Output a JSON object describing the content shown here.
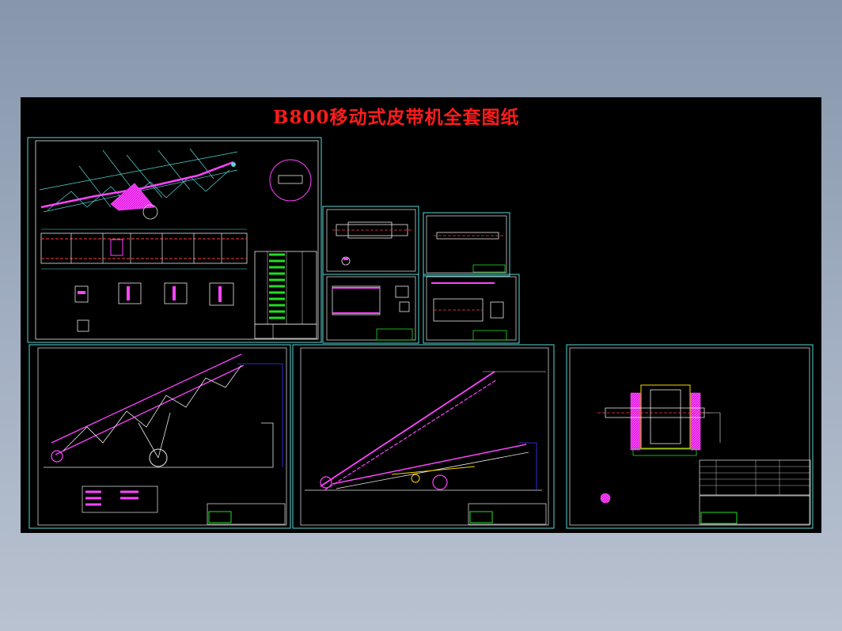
{
  "sheet": {
    "title": "B800移动式皮带机全套图纸"
  },
  "colors": {
    "background": "#000000",
    "frame": "#56d6d6",
    "title": "#ff1c1c",
    "part": "#ff44ff",
    "line": "#e8e8e8",
    "table": "#22dd22",
    "dimension": "#3d3dff"
  },
  "drawings": [
    {
      "id": "general-assembly",
      "kind": "assembly-with-sections"
    },
    {
      "id": "shaft-drawing",
      "kind": "part"
    },
    {
      "id": "roller-shaft-drawing",
      "kind": "part"
    },
    {
      "id": "frame-detail-drawing",
      "kind": "part"
    },
    {
      "id": "hopper-drawing",
      "kind": "part"
    },
    {
      "id": "conveyor-elevation-1",
      "kind": "elevation"
    },
    {
      "id": "conveyor-elevation-2",
      "kind": "elevation"
    },
    {
      "id": "drum-assembly",
      "kind": "section"
    }
  ]
}
